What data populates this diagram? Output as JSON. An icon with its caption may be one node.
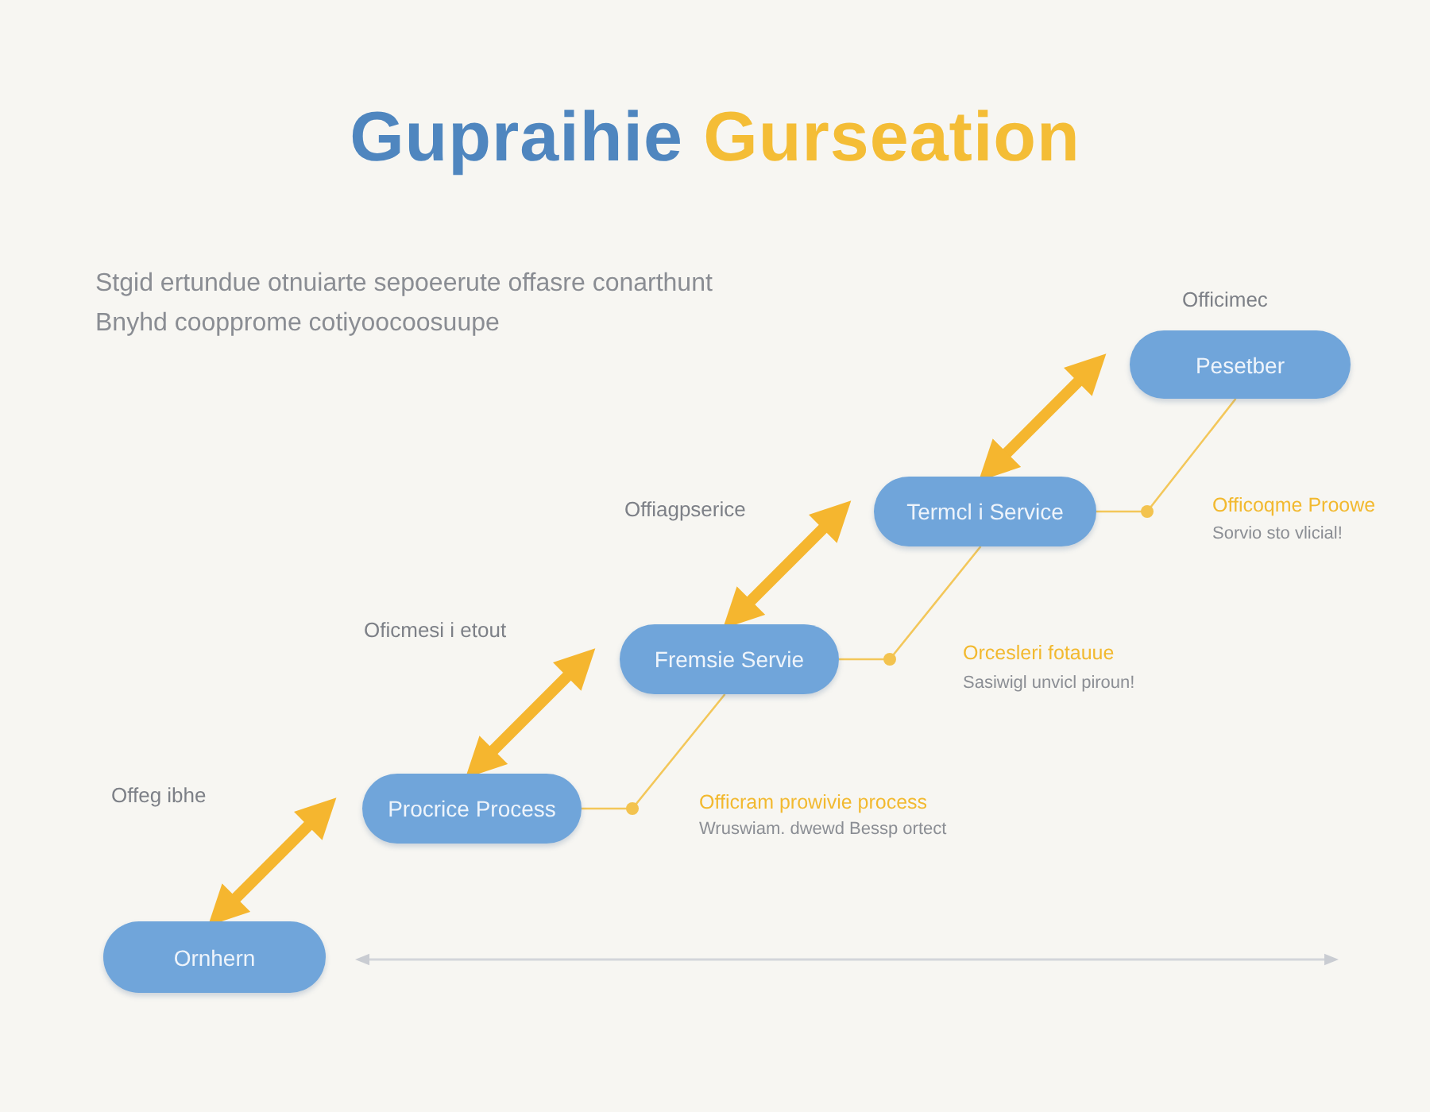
{
  "diagram": {
    "title": "Gupraihie Gurseation",
    "nodes": [
      {
        "text": [
          "Ornhern"
        ]
      },
      {
        "text": [
          "Procrice Process"
        ]
      },
      {
        "text": [
          "Fremsie Servie"
        ]
      },
      {
        "text": [
          "Termcl i Service"
        ]
      },
      {
        "text": [
          "Pesetber"
        ]
      }
    ],
    "edges": [
      {
        "from": 0,
        "to": 1,
        "arrow": "both"
      },
      {
        "from": 1,
        "to": 2,
        "arrow": "both"
      },
      {
        "from": 2,
        "to": 3,
        "arrow": "both"
      },
      {
        "from": 3,
        "to": 4,
        "arrow": "both"
      },
      {
        "from": 1,
        "to": 2,
        "arrow": "none"
      },
      {
        "from": 2,
        "to": 3,
        "arrow": "none"
      },
      {
        "from": 3,
        "to": 4,
        "arrow": "none"
      }
    ],
    "labels": [
      "Stgid ertundue otnuiarte sepoeerute offasre conarthunt Bnyhd coopprome cotiyoocoosuupe",
      "Officimec",
      "Offiagpserice",
      "Officoqme Proowe",
      "Sorvio sto vlicial!",
      "Oficmesi i etout",
      "Orcesleri fotauue",
      "Sasiwigl unvicl piroun!",
      "Offeg ibhe",
      "Officram prowivie process",
      "Wruswiam. dwewd Bessp ortect"
    ]
  }
}
